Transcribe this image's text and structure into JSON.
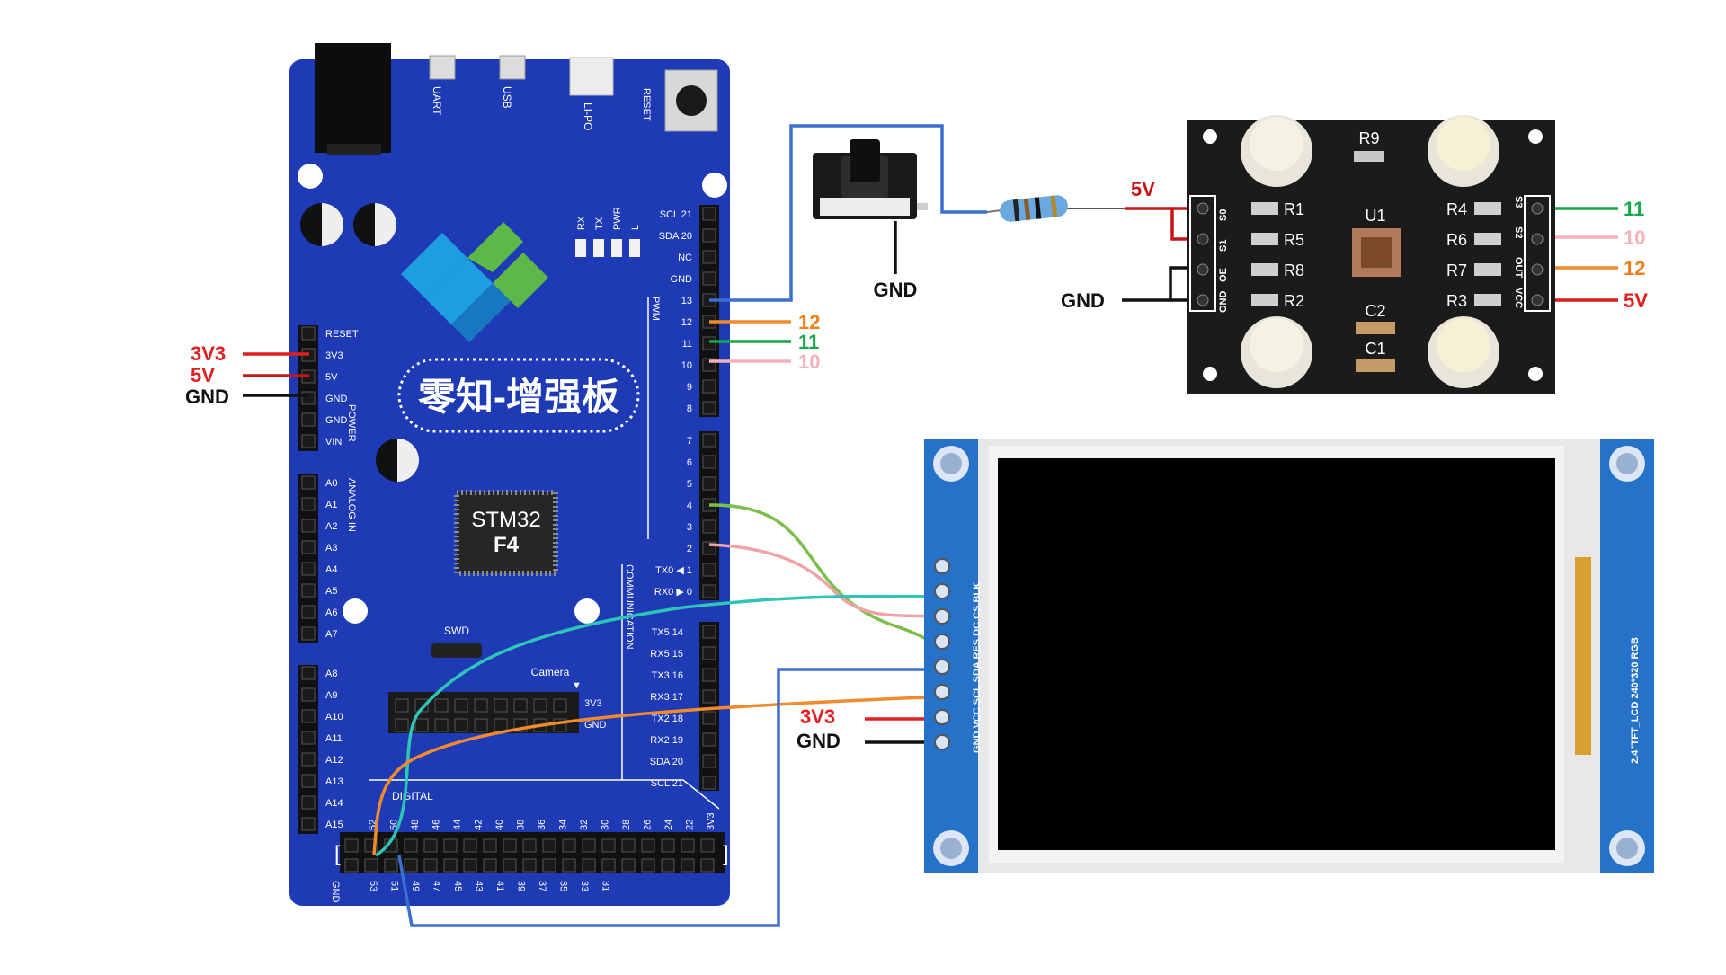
{
  "board": {
    "title": "零知-增强板",
    "chip_line1": "STM32",
    "chip_line2": "F4",
    "swd": "SWD",
    "camera": "Camera",
    "uart": "UART",
    "usb": "USB",
    "lipo": "LI-PO",
    "reset": "RESET",
    "leds": [
      "RX",
      "TX",
      "PWR",
      "L"
    ],
    "section_pwm": "PWM",
    "section_power": "POWER",
    "section_analog": "ANALOG IN",
    "section_comm": "COMMUNICATION",
    "section_digital": "DIGITAL",
    "power_pins": [
      "RESET",
      "3V3",
      "5V",
      "GND",
      "GND",
      "VIN"
    ],
    "analog_pins": [
      "A0",
      "A1",
      "A2",
      "A3",
      "A4",
      "A5",
      "A6",
      "A7",
      "A8",
      "A9",
      "A10",
      "A11",
      "A12",
      "A13",
      "A14",
      "A15"
    ],
    "top_right_pins": [
      "SCL 21",
      "SDA 20",
      "NC",
      "GND",
      "13",
      "12",
      "11",
      "10",
      "9",
      "8"
    ],
    "mid_right_pins": [
      "7",
      "6",
      "5",
      "4",
      "3",
      "2",
      "TX0 ◀ 1",
      "RX0 ▶ 0"
    ],
    "comm_pins": [
      "TX5 14",
      "RX5 15",
      "TX3 16",
      "RX3 17",
      "TX2 18",
      "RX2 19",
      "SDA 20",
      "SCL 21"
    ],
    "camera_pins": [
      "3V3",
      "GND"
    ],
    "digital_top": [
      "52",
      "50",
      "48",
      "46",
      "44",
      "42",
      "40",
      "38",
      "36",
      "34",
      "32",
      "30",
      "28",
      "26",
      "24",
      "22",
      "3V3"
    ],
    "digital_bottom": [
      "GND",
      "53",
      "51",
      "49",
      "47",
      "45",
      "43",
      "41",
      "39",
      "37",
      "35",
      "33",
      "31"
    ]
  },
  "power_labels": {
    "v33": "3V3",
    "v5": "5V",
    "gnd": "GND"
  },
  "pwm_labels": {
    "p12": "12",
    "p11": "11",
    "p10": "10"
  },
  "button": {
    "gnd": "GND"
  },
  "sensor": {
    "left_pins": [
      "S0",
      "S1",
      "OE",
      "GND"
    ],
    "right_pins": [
      "S3",
      "S2",
      "OUT",
      "VCC"
    ],
    "resistors_left": [
      "R1",
      "R5",
      "R8",
      "R2"
    ],
    "resistors_right": [
      "R4",
      "R6",
      "R7",
      "R3"
    ],
    "r9": "R9",
    "u1": "U1",
    "c2": "C2",
    "c1": "C1",
    "label_5v_left": "5V",
    "label_gnd_left": "GND",
    "label_11": "11",
    "label_10": "10",
    "label_12": "12",
    "label_5v_right": "5V"
  },
  "lcd": {
    "pins_label": "GND VCC SCL SDA RES DC CS BLK",
    "model": "2.4\"TFT_LCD 240*320 RGB",
    "label_3v3": "3V3",
    "label_gnd": "GND"
  },
  "colors": {
    "board": "#1e3ab5",
    "wire_blue": "#3b6fd1",
    "wire_green": "#7bbf4a",
    "wire_pink": "#eea3a8",
    "wire_teal": "#2ec4b6",
    "wire_orange": "#f08a2c",
    "wire_red": "#d81e1e",
    "label_orange": "#f07f20",
    "label_green": "#17a84a",
    "label_pink": "#f3b3b8",
    "red": "#e02020"
  }
}
